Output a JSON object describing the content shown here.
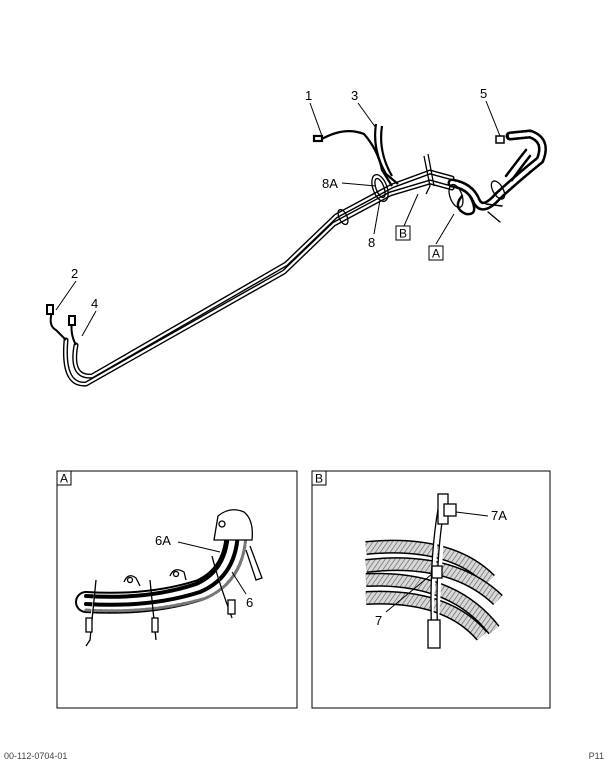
{
  "main_view": {
    "callouts": [
      "1",
      "2",
      "3",
      "4",
      "5",
      "8",
      "8A"
    ],
    "view_refs": [
      "A",
      "B"
    ]
  },
  "detail_a": {
    "label": "A",
    "callouts": [
      "6A",
      "6"
    ]
  },
  "detail_b": {
    "label": "B",
    "callouts": [
      "7A",
      "7"
    ]
  },
  "footer": {
    "left": "00-112-0704-01",
    "right": "P11"
  }
}
